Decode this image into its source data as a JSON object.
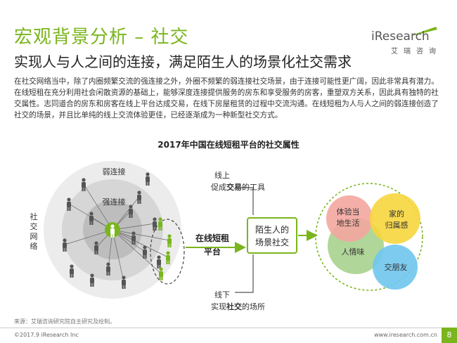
{
  "header": {
    "section_title": "宏观背景分析 – 社交",
    "subtitle": "实现人与人之间的连接，满足陌生人的场景化社交需求"
  },
  "logo": {
    "brand": "iResearch",
    "brand_cn": "艾瑞咨询"
  },
  "intro": {
    "paragraph": "在社交网络当中，除了内圈频繁交流的强连接之外，外圈不频繁的弱连接社交场景，由于连接可能性更广阔，因此非常具有潜力。在线短租在充分利用社会闲散资源的基础上，能够深度连接提供服务的房东和享受服务的房客，重塑双方关系，因此具有独特的社交属性。志同道合的房东和房客在线上平台达成交易，在线下房屋租赁的过程中交流沟通。在线短租为人与人之间的弱连接创造了社交的场景，并且比单纯的线上交流体验更佳，已经逐渐成为一种新型社交方式。"
  },
  "diagram": {
    "title": "2017年中国在线短租平台的社交属性",
    "network_label": "社交网络",
    "weak_tie_label": "弱连接",
    "strong_tie_label": "强连接",
    "platform_label_line1": "在线短租",
    "platform_label_line2": "平台",
    "online_label_line1": "线上",
    "online_label_line2_pre": "促成",
    "online_label_line2_bold": "交易",
    "online_label_line2_post": "的工具",
    "offline_label_line1": "线下",
    "offline_label_line2_pre": "实现",
    "offline_label_line2_bold": "社交",
    "offline_label_line2_post": "的场所",
    "center_box_line1": "陌生人的",
    "center_box_line2": "场景社交",
    "venn": [
      {
        "line1": "体验当",
        "line2": "地生活",
        "color": "#f4a6a0"
      },
      {
        "line1": "家的",
        "line2": "归属感",
        "color": "#f7d63e"
      },
      {
        "line1": "人情味",
        "line2": "",
        "color": "#a9d18e"
      },
      {
        "line1": "交朋友",
        "line2": "",
        "color": "#6fc6ee"
      }
    ],
    "colors": {
      "accent": "#7ab51d",
      "outer_circle": "#ebebeb",
      "middle_circle": "#d4d4d4",
      "inner_circle": "#b8b8b8",
      "person": "#555555"
    }
  },
  "footer": {
    "source": "来源：艾瑞咨询研究院自主研究及绘制。",
    "copyright": "©2017.9 iResearch Inc",
    "website": "www.iresearch.com.cn",
    "page_number": "8"
  }
}
